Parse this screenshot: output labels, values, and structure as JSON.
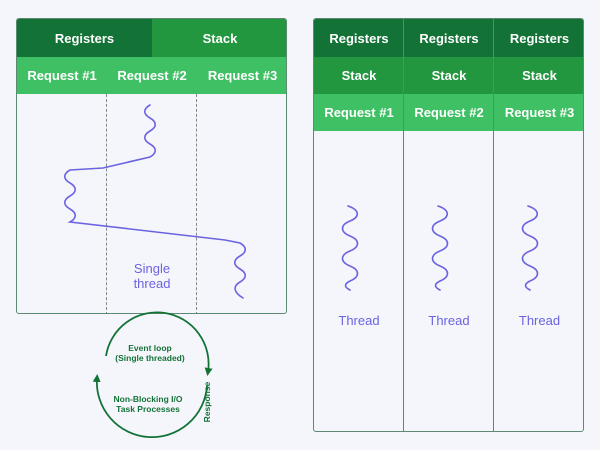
{
  "left_panel": {
    "header": {
      "registers": "Registers",
      "stack": "Stack"
    },
    "requests": [
      "Request #1",
      "Request #2",
      "Request #3"
    ],
    "thread_label_line1": "Single",
    "thread_label_line2": "thread"
  },
  "right_panel": {
    "columns": [
      {
        "registers": "Registers",
        "stack": "Stack",
        "request": "Request #1",
        "thread": "Thread"
      },
      {
        "registers": "Registers",
        "stack": "Stack",
        "request": "Request #2",
        "thread": "Thread"
      },
      {
        "registers": "Registers",
        "stack": "Stack",
        "request": "Request #3",
        "thread": "Thread"
      }
    ]
  },
  "event_loop": {
    "loop_line1": "Event loop",
    "loop_line2": "(Single threaded)",
    "io_line1": "Non-Blocking I/O",
    "io_line2": "Task Processes",
    "response": "Response"
  },
  "colors": {
    "dark_green": "#137336",
    "mid_green": "#22973f",
    "light_green": "#3fc064",
    "thread": "#6b63e0",
    "border": "#5b8a70",
    "background": "#f5f6fc"
  }
}
